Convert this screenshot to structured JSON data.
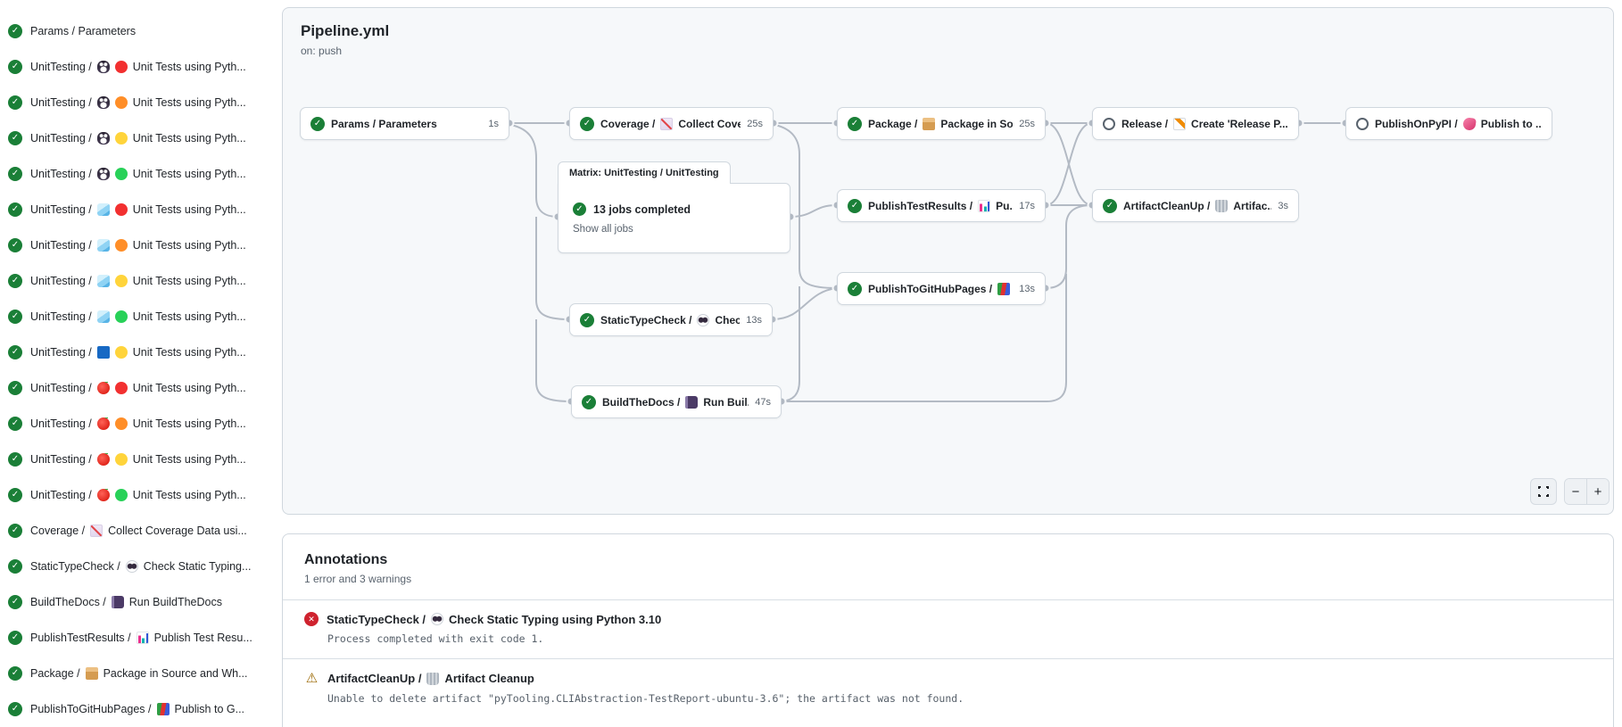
{
  "theme": {
    "success_green": "#1a7f37",
    "error_red": "#cf222e",
    "warning_yellow": "#9a6700",
    "panel_bg": "#f6f8fa",
    "edge_gray": "#b3bac4"
  },
  "glyphs": {
    "check": "✓",
    "cross": "✕",
    "warning": "⚠",
    "minus": "−",
    "plus": "+"
  },
  "header": {
    "title": "Pipeline.yml",
    "trigger": "on: push"
  },
  "sidebar": {
    "items": [
      {
        "status": "success",
        "parts": [
          {
            "text": "Params / Parameters"
          }
        ]
      },
      {
        "status": "success",
        "parts": [
          {
            "text": "UnitTesting /"
          },
          {
            "icon": "penguin"
          },
          {
            "icon": "dot-red"
          },
          {
            "text": "Unit Tests using Pyth..."
          }
        ]
      },
      {
        "status": "success",
        "parts": [
          {
            "text": "UnitTesting /"
          },
          {
            "icon": "penguin"
          },
          {
            "icon": "dot-orange"
          },
          {
            "text": "Unit Tests using Pyth..."
          }
        ]
      },
      {
        "status": "success",
        "parts": [
          {
            "text": "UnitTesting /"
          },
          {
            "icon": "penguin"
          },
          {
            "icon": "dot-yellow"
          },
          {
            "text": "Unit Tests using Pyth..."
          }
        ]
      },
      {
        "status": "success",
        "parts": [
          {
            "text": "UnitTesting /"
          },
          {
            "icon": "penguin"
          },
          {
            "icon": "dot-green"
          },
          {
            "text": "Unit Tests using Pyth..."
          }
        ]
      },
      {
        "status": "success",
        "parts": [
          {
            "text": "UnitTesting /"
          },
          {
            "icon": "ice-cube"
          },
          {
            "icon": "dot-red"
          },
          {
            "text": "Unit Tests using Pyth..."
          }
        ]
      },
      {
        "status": "success",
        "parts": [
          {
            "text": "UnitTesting /"
          },
          {
            "icon": "ice-cube"
          },
          {
            "icon": "dot-orange"
          },
          {
            "text": "Unit Tests using Pyth..."
          }
        ]
      },
      {
        "status": "success",
        "parts": [
          {
            "text": "UnitTesting /"
          },
          {
            "icon": "ice-cube"
          },
          {
            "icon": "dot-yellow"
          },
          {
            "text": "Unit Tests using Pyth..."
          }
        ]
      },
      {
        "status": "success",
        "parts": [
          {
            "text": "UnitTesting /"
          },
          {
            "icon": "ice-cube"
          },
          {
            "icon": "dot-green"
          },
          {
            "text": "Unit Tests using Pyth..."
          }
        ]
      },
      {
        "status": "success",
        "parts": [
          {
            "text": "UnitTesting /"
          },
          {
            "icon": "blue-square"
          },
          {
            "icon": "dot-yellow"
          },
          {
            "text": "Unit Tests using Pyth..."
          }
        ]
      },
      {
        "status": "success",
        "parts": [
          {
            "text": "UnitTesting /"
          },
          {
            "icon": "apple"
          },
          {
            "icon": "dot-red"
          },
          {
            "text": "Unit Tests using Pyth..."
          }
        ]
      },
      {
        "status": "success",
        "parts": [
          {
            "text": "UnitTesting /"
          },
          {
            "icon": "apple"
          },
          {
            "icon": "dot-orange"
          },
          {
            "text": "Unit Tests using Pyth..."
          }
        ]
      },
      {
        "status": "success",
        "parts": [
          {
            "text": "UnitTesting /"
          },
          {
            "icon": "apple"
          },
          {
            "icon": "dot-yellow"
          },
          {
            "text": "Unit Tests using Pyth..."
          }
        ]
      },
      {
        "status": "success",
        "parts": [
          {
            "text": "UnitTesting /"
          },
          {
            "icon": "apple"
          },
          {
            "icon": "dot-green"
          },
          {
            "text": "Unit Tests using Pyth..."
          }
        ]
      },
      {
        "status": "success",
        "parts": [
          {
            "text": "Coverage /"
          },
          {
            "icon": "chart-increasing"
          },
          {
            "text": "Collect Coverage Data usi..."
          }
        ]
      },
      {
        "status": "success",
        "parts": [
          {
            "text": "StaticTypeCheck /"
          },
          {
            "icon": "eyes"
          },
          {
            "text": "Check Static Typing..."
          }
        ]
      },
      {
        "status": "success",
        "parts": [
          {
            "text": "BuildTheDocs /"
          },
          {
            "icon": "notebook"
          },
          {
            "text": "Run BuildTheDocs"
          }
        ]
      },
      {
        "status": "success",
        "parts": [
          {
            "text": "PublishTestResults /"
          },
          {
            "icon": "bar-chart"
          },
          {
            "text": "Publish Test Resu..."
          }
        ]
      },
      {
        "status": "success",
        "parts": [
          {
            "text": "Package /"
          },
          {
            "icon": "package"
          },
          {
            "text": "Package in Source and Wh..."
          }
        ]
      },
      {
        "status": "success",
        "parts": [
          {
            "text": "PublishToGitHubPages /"
          },
          {
            "icon": "books"
          },
          {
            "text": "Publish to G..."
          }
        ]
      }
    ]
  },
  "graph": {
    "matrix": {
      "tab": "Matrix: UnitTesting / UnitTesting",
      "summary": "13 jobs completed",
      "link": "Show all jobs"
    },
    "nodes": [
      {
        "id": "params",
        "status": "success",
        "duration": "1s",
        "parts": [
          {
            "text": "Params / Parameters"
          }
        ]
      },
      {
        "id": "coverage",
        "status": "success",
        "duration": "25s",
        "parts": [
          {
            "text": "Coverage /"
          },
          {
            "icon": "chart-increasing"
          },
          {
            "text": "Collect Cove..."
          }
        ]
      },
      {
        "id": "statictypecheck",
        "status": "success",
        "duration": "13s",
        "parts": [
          {
            "text": "StaticTypeCheck /"
          },
          {
            "icon": "eyes"
          },
          {
            "text": "Chec..."
          }
        ]
      },
      {
        "id": "buildthedocs",
        "status": "success",
        "duration": "47s",
        "parts": [
          {
            "text": "BuildTheDocs /"
          },
          {
            "icon": "notebook"
          },
          {
            "text": "Run Buil..."
          }
        ]
      },
      {
        "id": "package",
        "status": "success",
        "duration": "25s",
        "parts": [
          {
            "text": "Package /"
          },
          {
            "icon": "package"
          },
          {
            "text": "Package in So..."
          }
        ]
      },
      {
        "id": "publishtestresults",
        "status": "success",
        "duration": "17s",
        "parts": [
          {
            "text": "PublishTestResults /"
          },
          {
            "icon": "bar-chart"
          },
          {
            "text": "Pu..."
          }
        ]
      },
      {
        "id": "publishtogithubpages",
        "status": "success",
        "duration": "13s",
        "parts": [
          {
            "text": "PublishToGitHubPages /"
          },
          {
            "icon": "books"
          },
          {
            "text": "..."
          }
        ]
      },
      {
        "id": "release",
        "status": "skipped",
        "duration": "",
        "parts": [
          {
            "text": "Release /"
          },
          {
            "icon": "memo"
          },
          {
            "text": "Create 'Release P..."
          }
        ]
      },
      {
        "id": "artifactcleanup",
        "status": "success",
        "duration": "3s",
        "parts": [
          {
            "text": "ArtifactCleanUp /"
          },
          {
            "icon": "wastebasket"
          },
          {
            "text": "Artifac..."
          }
        ]
      },
      {
        "id": "publishonpypi",
        "status": "skipped",
        "duration": "",
        "parts": [
          {
            "text": "PublishOnPyPI /"
          },
          {
            "icon": "rocket"
          },
          {
            "text": "Publish to ..."
          }
        ]
      }
    ]
  },
  "annotations": {
    "title": "Annotations",
    "summary": "1 error and 3 warnings",
    "items": [
      {
        "severity": "error",
        "title_parts": [
          {
            "text": "StaticTypeCheck /"
          },
          {
            "icon": "eyes"
          },
          {
            "text": "Check Static Typing using Python 3.10"
          }
        ],
        "message": "Process completed with exit code 1."
      },
      {
        "severity": "warning",
        "title_parts": [
          {
            "text": "ArtifactCleanUp /"
          },
          {
            "icon": "wastebasket"
          },
          {
            "text": "Artifact Cleanup"
          }
        ],
        "message": "Unable to delete artifact \"pyTooling.CLIAbstraction-TestReport-ubuntu-3.6\"; the artifact was not found."
      }
    ]
  }
}
